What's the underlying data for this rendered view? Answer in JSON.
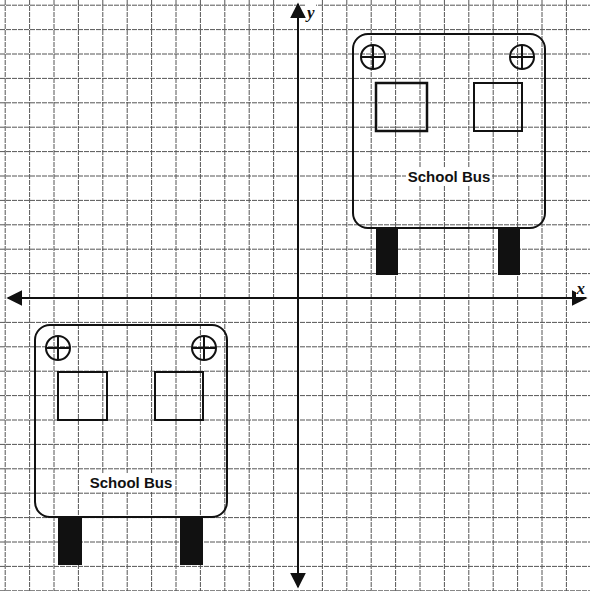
{
  "diagram": {
    "nodes": [
      {
        "text": [
          "School Bus"
        ]
      },
      {
        "text": [
          "School Bus"
        ]
      }
    ],
    "labels": [
      "y",
      "x"
    ]
  }
}
